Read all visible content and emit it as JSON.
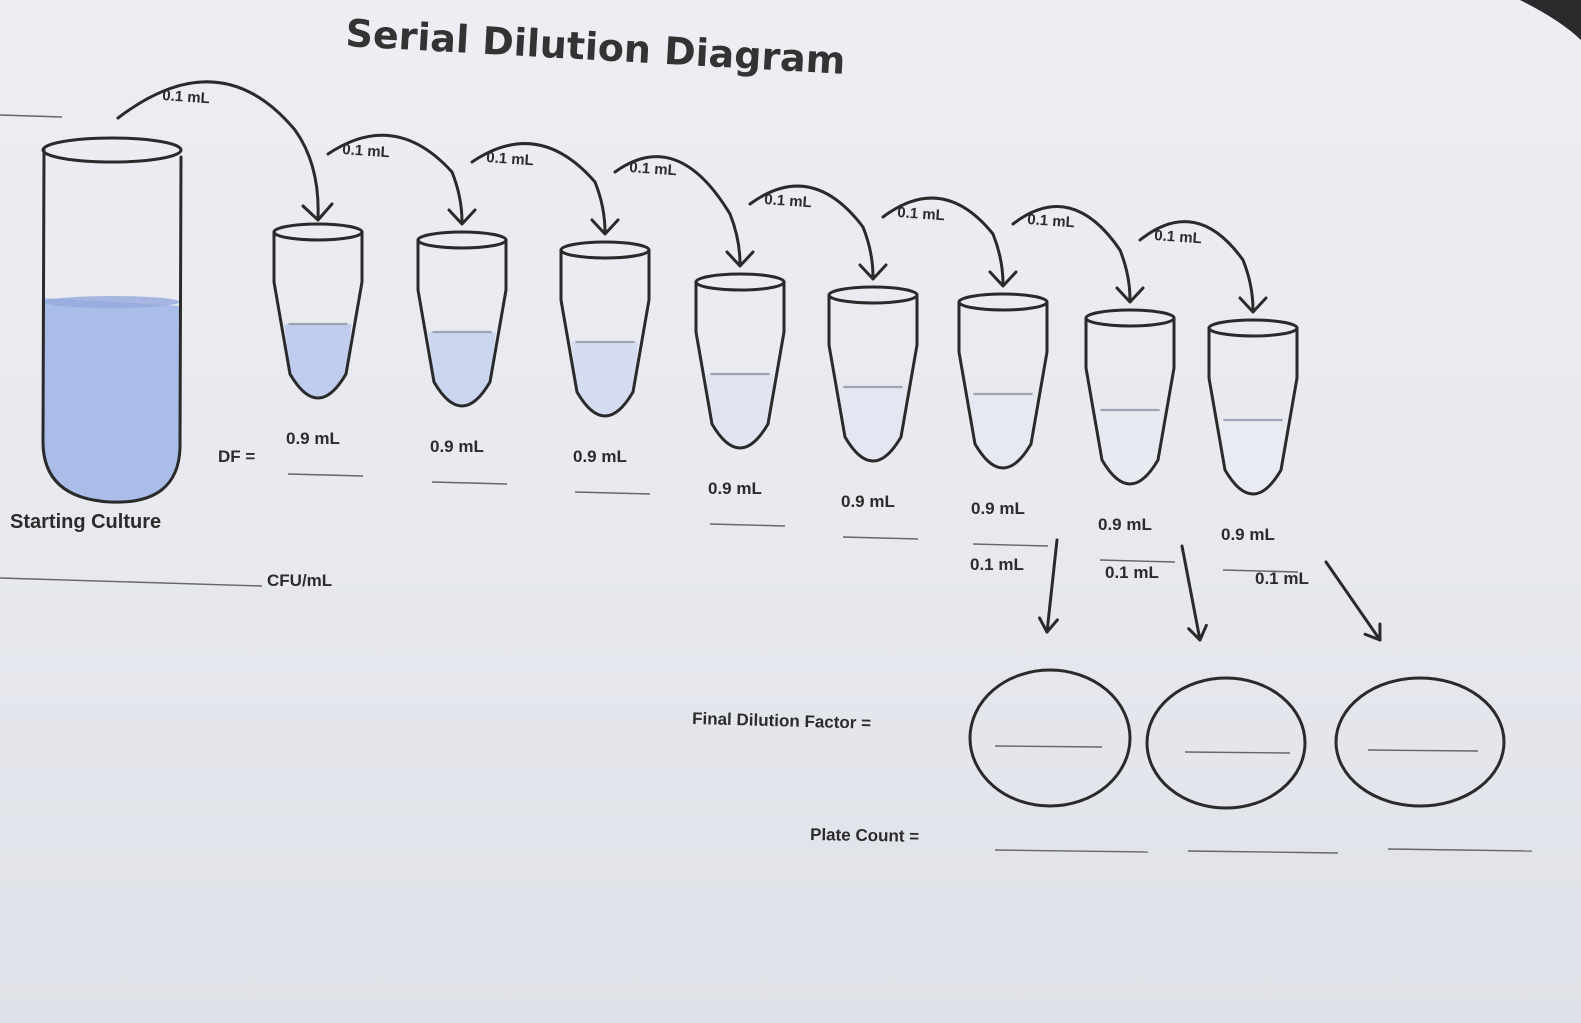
{
  "title": "Serial Dilution Diagram",
  "starting_culture": {
    "label": "Starting Culture",
    "units_label": "CFU/mL",
    "liquid_color": "#a9bde8"
  },
  "transfer_label": "0.1 mL",
  "tube_volume_label": "0.9 mL",
  "df_label": "DF =",
  "tubes": [
    {
      "transfer": "0.1 mL",
      "volume": "0.9 mL",
      "liquid_color": "#c0cdef"
    },
    {
      "transfer": "0.1 mL",
      "volume": "0.9 mL",
      "liquid_color": "#cad5ef"
    },
    {
      "transfer": "0.1 mL",
      "volume": "0.9 mL",
      "liquid_color": "#d6ddf0"
    },
    {
      "transfer": "0.1 mL",
      "volume": "0.9 mL",
      "liquid_color": "#e0e4f0"
    },
    {
      "transfer": "0.1 mL",
      "volume": "0.9 mL",
      "liquid_color": "#e4e7f1"
    },
    {
      "transfer": "0.1 mL",
      "volume": "0.9 mL",
      "liquid_color": "#e6e9f1"
    },
    {
      "transfer": "0.1 mL",
      "volume": "0.9 mL",
      "liquid_color": "#e8eaf2"
    },
    {
      "transfer": "0.1 mL",
      "volume": "0.9 mL",
      "liquid_color": "#e9ebf2"
    }
  ],
  "plating": {
    "transfer_labels": [
      "0.1 mL",
      "0.1 mL",
      "0.1 mL"
    ],
    "final_dilution_label": "Final Dilution Factor =",
    "plate_count_label": "Plate Count ="
  }
}
